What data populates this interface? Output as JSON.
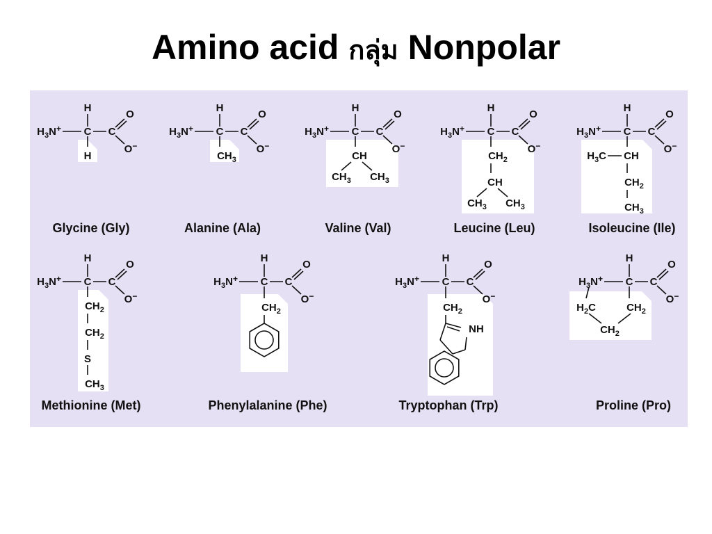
{
  "title": {
    "part1": "Amino acid",
    "part2": "กลุ่ม",
    "part3": "Nonpolar"
  },
  "panel_color": "#e6e0f4",
  "amino_acids": [
    {
      "name": "Glycine (Gly)",
      "side_chain": [
        "H"
      ]
    },
    {
      "name": "Alanine (Ala)",
      "side_chain": [
        "CH3"
      ]
    },
    {
      "name": "Valine (Val)",
      "side_chain": [
        "CH",
        "CH3",
        "CH3"
      ]
    },
    {
      "name": "Leucine (Leu)",
      "side_chain": [
        "CH2",
        "CH",
        "CH3",
        "CH3"
      ]
    },
    {
      "name": "Isoleucine (Ile)",
      "side_chain": [
        "H3C",
        "CH",
        "CH2",
        "CH3"
      ]
    },
    {
      "name": "Methionine (Met)",
      "side_chain": [
        "CH2",
        "CH2",
        "S",
        "CH3"
      ]
    },
    {
      "name": "Phenylalanine (Phe)",
      "side_chain": [
        "CH2",
        "benzene ring"
      ]
    },
    {
      "name": "Tryptophan (Trp)",
      "side_chain": [
        "CH2",
        "indole ring",
        "NH"
      ]
    },
    {
      "name": "Proline (Pro)",
      "side_chain": [
        "H2C",
        "CH2",
        "CH2"
      ]
    }
  ]
}
